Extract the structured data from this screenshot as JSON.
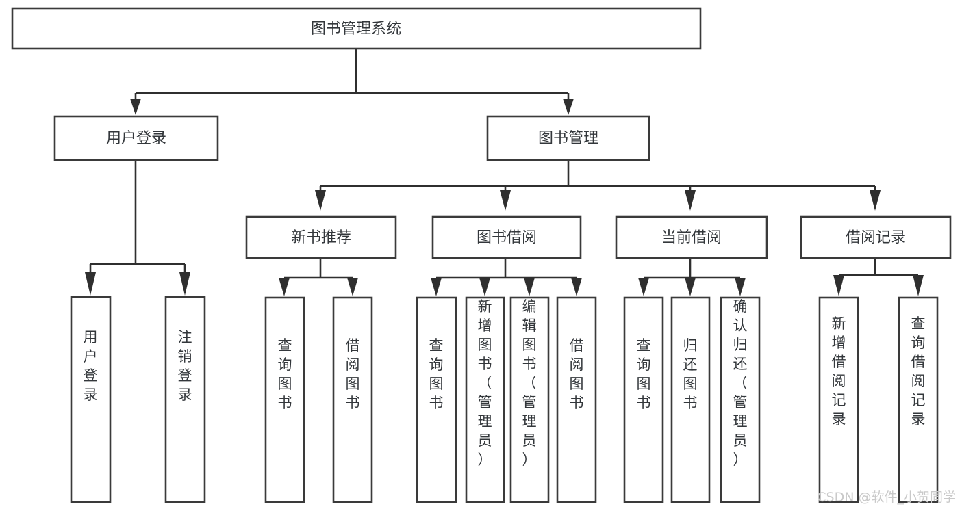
{
  "diagram": {
    "type": "tree-hierarchy-diagram",
    "title": "图书管理系统",
    "background_color": "#ffffff",
    "box_stroke_color": "#3a3a3a",
    "text_color": "#33373b",
    "connector_color": "#2f2f2f",
    "root": {
      "id": "root",
      "label": "图书管理系统",
      "orientation": "horizontal"
    },
    "level2": [
      {
        "id": "user-login",
        "label": "用户登录",
        "orientation": "horizontal"
      },
      {
        "id": "book-management",
        "label": "图书管理",
        "orientation": "horizontal"
      }
    ],
    "level3": [
      {
        "id": "new-book-recommend",
        "label": "新书推荐",
        "orientation": "horizontal",
        "parent": "book-management"
      },
      {
        "id": "book-borrow",
        "label": "图书借阅",
        "orientation": "horizontal",
        "parent": "book-management"
      },
      {
        "id": "current-borrow",
        "label": "当前借阅",
        "orientation": "horizontal",
        "parent": "book-management"
      },
      {
        "id": "borrow-record",
        "label": "借阅记录",
        "orientation": "horizontal",
        "parent": "book-management"
      }
    ],
    "leaves": [
      {
        "id": "leaf-user-login",
        "label": "用户登录",
        "orientation": "vertical",
        "parent": "user-login"
      },
      {
        "id": "leaf-user-logout",
        "label": "注销登录",
        "orientation": "vertical",
        "parent": "user-login"
      },
      {
        "id": "leaf-query-book-1",
        "label": "查询图书",
        "orientation": "vertical",
        "parent": "new-book-recommend"
      },
      {
        "id": "leaf-borrow-book-1",
        "label": "借阅图书",
        "orientation": "vertical",
        "parent": "new-book-recommend"
      },
      {
        "id": "leaf-query-book-2",
        "label": "查询图书",
        "orientation": "vertical",
        "parent": "book-borrow"
      },
      {
        "id": "leaf-add-book",
        "label": "新增图书（管理员）",
        "orientation": "vertical",
        "parent": "book-borrow"
      },
      {
        "id": "leaf-edit-book",
        "label": "编辑图书（管理员）",
        "orientation": "vertical",
        "parent": "book-borrow"
      },
      {
        "id": "leaf-borrow-book-2",
        "label": "借阅图书",
        "orientation": "vertical",
        "parent": "book-borrow"
      },
      {
        "id": "leaf-query-book-3",
        "label": "查询图书",
        "orientation": "vertical",
        "parent": "current-borrow"
      },
      {
        "id": "leaf-return-book",
        "label": "归还图书",
        "orientation": "vertical",
        "parent": "current-borrow"
      },
      {
        "id": "leaf-confirm-return",
        "label": "确认归还（管理员）",
        "orientation": "vertical",
        "parent": "current-borrow"
      },
      {
        "id": "leaf-add-record",
        "label": "新增借阅记录",
        "orientation": "vertical",
        "parent": "borrow-record"
      },
      {
        "id": "leaf-query-record",
        "label": "查询借阅记录",
        "orientation": "vertical",
        "parent": "borrow-record"
      }
    ],
    "watermark": "CSDN @软件_小贺同学"
  }
}
